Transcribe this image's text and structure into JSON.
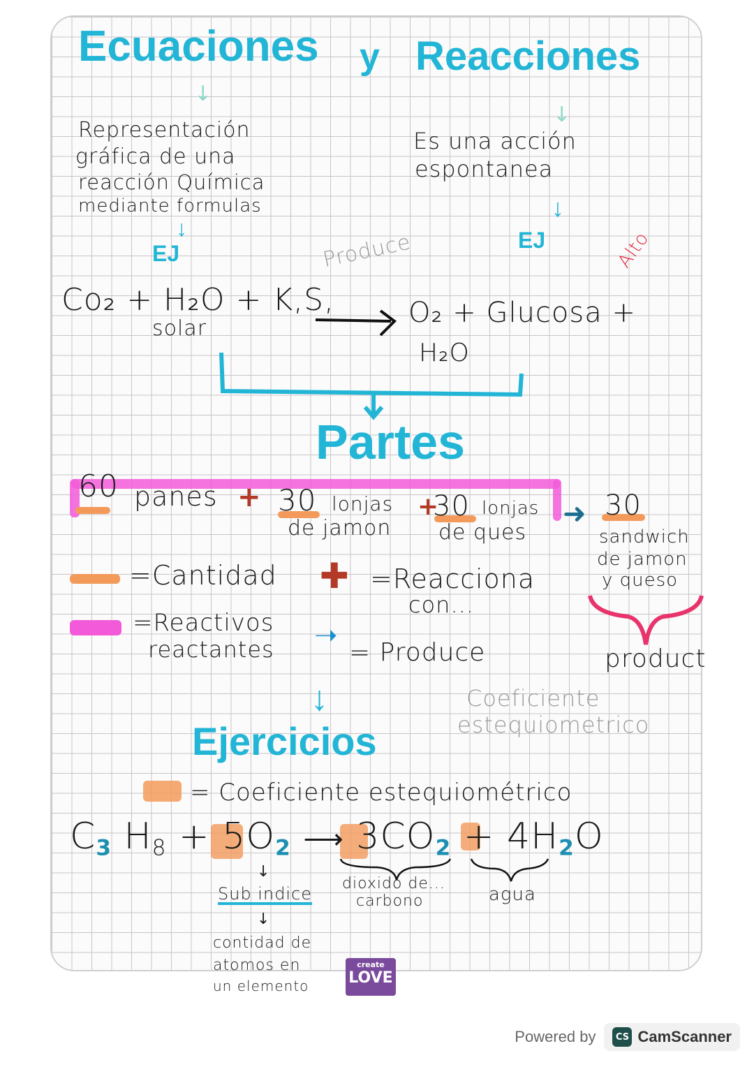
{
  "title": {
    "left": "Ecuaciones",
    "joiner": "y",
    "right": "Reacciones"
  },
  "definitions": {
    "ecuacion": [
      "Representación",
      "gráfica de una",
      "reacción Química",
      "mediante formulas"
    ],
    "reaccion": [
      "Es una acción",
      "espontanea"
    ],
    "ej_label": "EJ",
    "annotation_red": "Alto"
  },
  "example_equation": {
    "reactants": "Co₂ + H₂O + K,S,",
    "condition": "solar",
    "arrow_label": "Produce",
    "products": "O₂ + Glucosa +",
    "products_line2": "H₂O"
  },
  "partes": {
    "heading": "Partes",
    "analogy": {
      "q1": "60",
      "t1": "panes",
      "plus": "+",
      "q2": "30",
      "t2a": "lonjas",
      "t2b": "de jamon",
      "q3": "30",
      "t3a": "lonjas",
      "t3b": "de ques",
      "q4": "30",
      "t4": [
        "sandwich",
        "de jamon",
        "y queso"
      ],
      "product_label": "product"
    },
    "legend": [
      {
        "marker": "orange-bar",
        "label": "=Cantidad"
      },
      {
        "marker": "red-plus",
        "label": "=Reacciona",
        "label2": "con..."
      },
      {
        "marker": "pink-bar",
        "label": "=Reactivos",
        "label2": "reactantes"
      },
      {
        "marker": "blue-arrow",
        "label": "= Produce"
      }
    ],
    "side_note": [
      "Coeficiente",
      "estequiometrico"
    ]
  },
  "ejercicios": {
    "heading": "Ejercicios",
    "legend_label": "= Coeficiente estequiométrico",
    "equation": {
      "r1": "C",
      "r1_sub": "3",
      "r2": "H",
      "r2_sub": "8",
      "plus1": "+",
      "coef1": "5",
      "r3": "O",
      "r3_sub": "2",
      "coef2": "3",
      "p1": "CO",
      "p1_sub": "2",
      "plus2": "+",
      "coef3": "4",
      "p2": "H",
      "p2_sub": "2",
      "p2b": "O"
    },
    "labels": {
      "subindice": "Sub indice",
      "dioxido": [
        "dioxido de...",
        "carbono"
      ],
      "agua": "agua",
      "subindice_def": [
        "contidad de",
        "atomos en",
        "un elemento"
      ]
    },
    "sticker": [
      "create",
      "LOVE"
    ]
  },
  "footer": {
    "powered_by": "Powered by",
    "brand": "CamScanner",
    "brand_logo": "CS"
  },
  "colors": {
    "cyan": "#22b5d6",
    "pink": "#f25ad9",
    "orange": "#f39a5a",
    "red_brown": "#b23a26",
    "crimson": "#e8336b"
  }
}
